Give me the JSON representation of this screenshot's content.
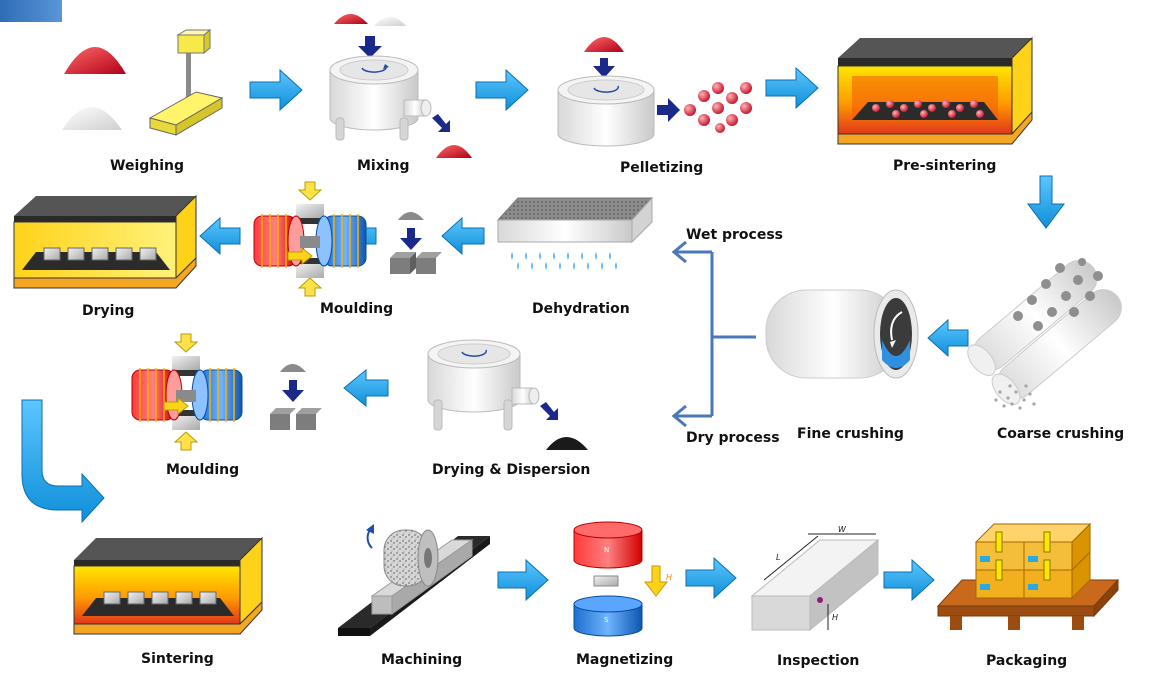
{
  "steps": {
    "weighing": "Weighing",
    "mixing": "Mixing",
    "pelletizing": "Pelletizing",
    "presintering": "Pre-sintering",
    "drying": "Drying",
    "moulding_wet": "Moulding",
    "dehydration": "Dehydration",
    "wet_process": "Wet process",
    "dry_process": "Dry process",
    "fine_crushing": "Fine crushing",
    "coarse_crushing": "Coarse crushing",
    "moulding_dry": "Moulding",
    "drying_dispersion": "Drying & Dispersion",
    "sintering": "Sintering",
    "machining": "Machining",
    "magnetizing": "Magnetizing",
    "inspection": "Inspection",
    "packaging": "Packaging"
  },
  "markings": {
    "north": "N",
    "south": "S",
    "field": "H",
    "length": "L",
    "width": "W",
    "height": "H"
  },
  "colors": {
    "arrow": "#1aa3e8",
    "arrow_stroke": "#0c6fb3",
    "branch_line": "#4a78b8",
    "red_powder": "#c8102e",
    "magnet_north": "#e02424",
    "magnet_south": "#1f78d1",
    "furnace_glow": "#ffd21a",
    "pallet": "#b65a14",
    "box": "#f2b01e"
  }
}
